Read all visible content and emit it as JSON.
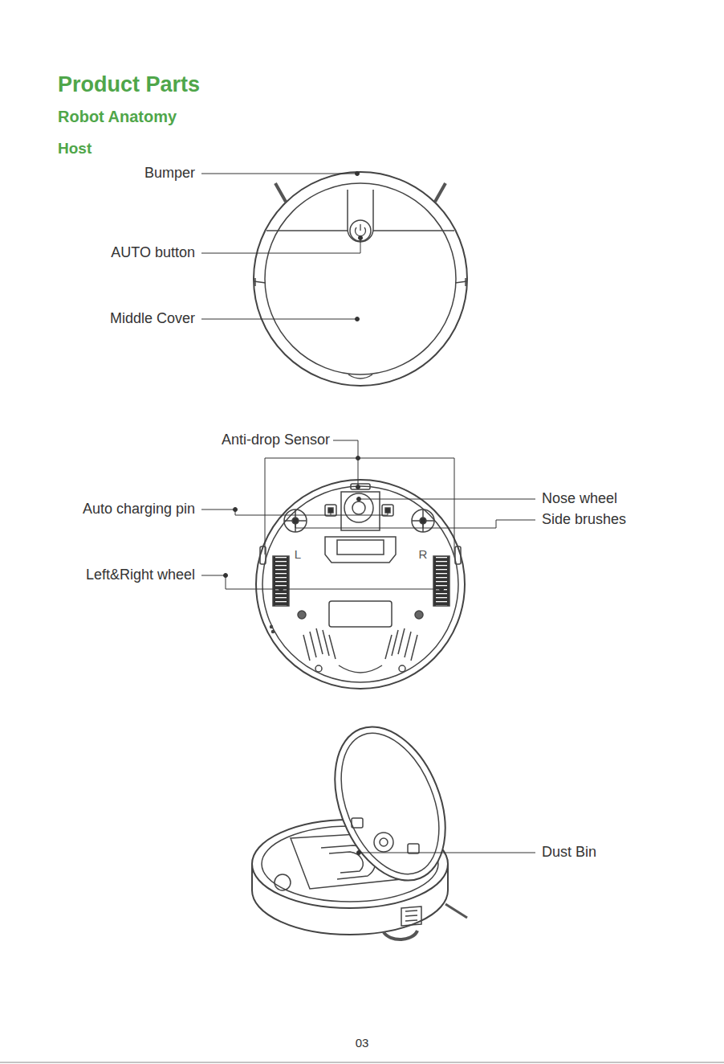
{
  "diagram": {
    "title": "Product Parts",
    "labels": [
      "Robot Anatomy",
      "Host",
      "Bumper",
      "AUTO button",
      "Middle Cover",
      "Anti-drop Sensor",
      "Auto charging pin",
      "Nose wheel",
      "Side brushes",
      "L",
      "R",
      "Left&Right wheel",
      "Dust Bin",
      "03"
    ]
  }
}
